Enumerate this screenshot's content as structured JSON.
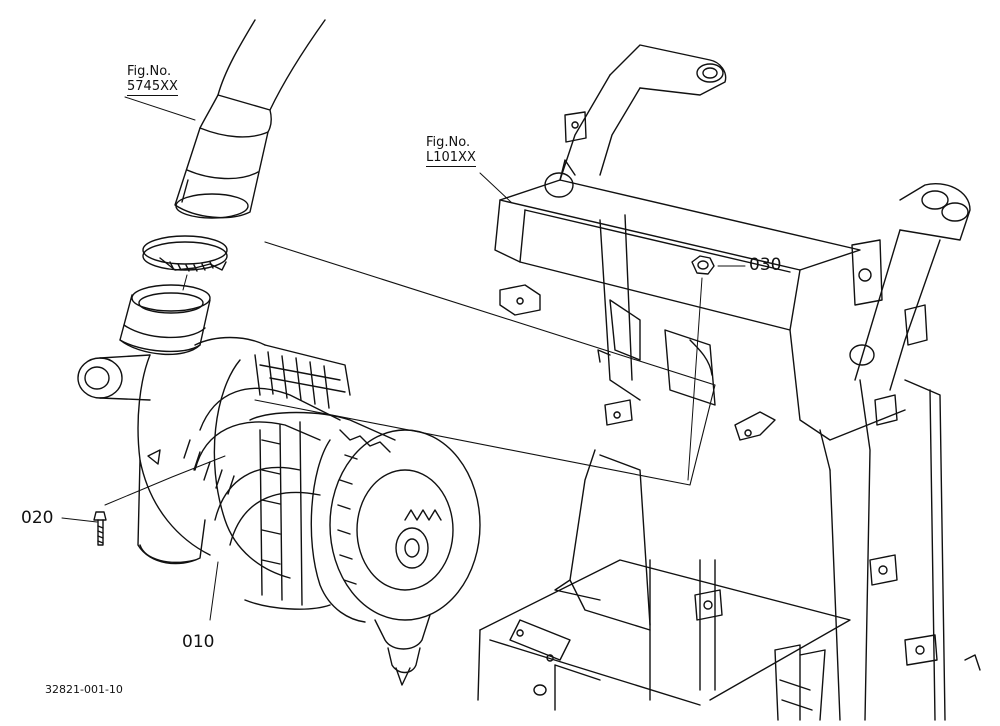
{
  "references": {
    "hose_ref": {
      "line1": "Fig.No.",
      "line2": "5745XX"
    },
    "frame_ref": {
      "line1": "Fig.No.",
      "line2": "L101XX"
    }
  },
  "callouts": {
    "air_cleaner": "010",
    "bolt": "020",
    "nut": "030"
  },
  "drawing_number": "32821-001-10",
  "colors": {
    "line": "#111111",
    "background": "#ffffff"
  }
}
